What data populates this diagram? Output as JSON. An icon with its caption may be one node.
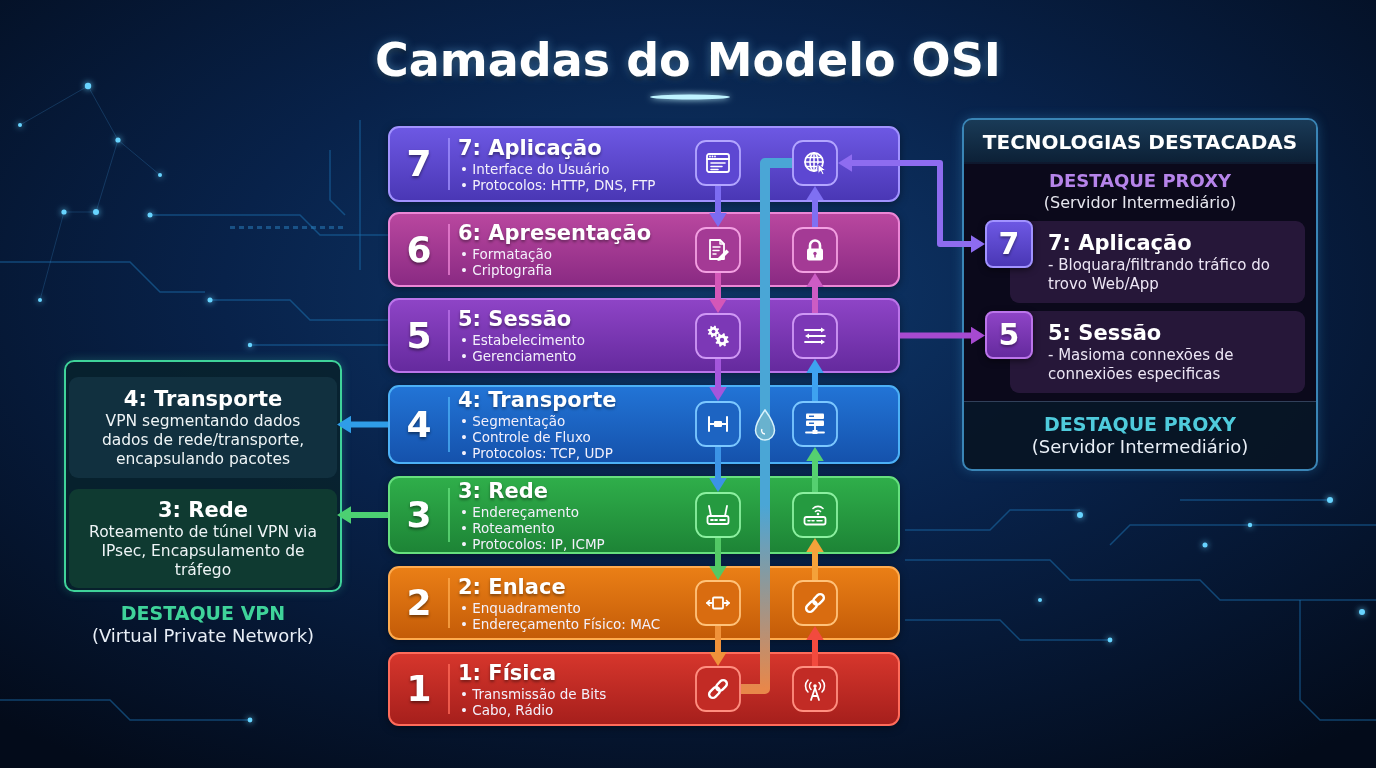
{
  "diagram": {
    "title": "Camadas do Modelo OSI",
    "nodes": [
      {
        "text": [
          "7",
          "7: Aplicação",
          "• Interface do Usuário",
          "• Protocolos: HTTP, DNS, FTP"
        ]
      },
      {
        "text": [],
        "shape": "picture",
        "in": 0
      },
      {
        "text": [],
        "shape": "picture",
        "in": 0
      },
      {
        "text": [
          "6",
          "6: Apresentação",
          "• Formatação",
          "• Criptografia"
        ]
      },
      {
        "text": [],
        "shape": "picture",
        "in": 3
      },
      {
        "text": [],
        "shape": "picture",
        "in": 3
      },
      {
        "text": [
          "5",
          "5: Sessão",
          "• Estabelecimento",
          "• Gerenciamento"
        ]
      },
      {
        "text": [],
        "shape": "picture",
        "in": 6
      },
      {
        "text": [],
        "shape": "picture",
        "in": 6
      },
      {
        "text": [
          "4",
          "4: Transporte",
          "• Segmentação",
          "• Controle de Fluxo",
          "• Protocolos: TCP, UDP"
        ]
      },
      {
        "text": [],
        "shape": "picture",
        "in": 9
      },
      {
        "text": [],
        "shape": "picture",
        "in": 9
      },
      {
        "text": [
          "3",
          "3: Rede",
          "• Endereçamento",
          "• Roteamento",
          "• Protocolos: IP, ICMP"
        ]
      },
      {
        "text": [],
        "shape": "picture",
        "in": 12
      },
      {
        "text": [],
        "shape": "picture",
        "in": 12
      },
      {
        "text": [
          "2",
          "2: Enlace",
          "• Enquadramento",
          "• Endereçamento Físico: MAC"
        ]
      },
      {
        "text": [],
        "shape": "picture",
        "in": 15
      },
      {
        "text": [],
        "shape": "picture",
        "in": 15
      },
      {
        "text": [
          "1",
          "1: Física",
          "• Transmissão de Bits",
          "• Cabo, Rádio"
        ]
      },
      {
        "text": [],
        "shape": "picture",
        "in": 18
      },
      {
        "text": [],
        "shape": "picture",
        "in": 18
      },
      {
        "text": [
          "TECNOLOGIAS DESTACADAS",
          "DESTAQUE PROXY",
          "(Servidor Intermediário)"
        ]
      },
      {
        "text": [
          "DESTAQUE PROXY",
          "(Servidor Intermediário)"
        ],
        "in": 21
      },
      {
        "text": [
          "7"
        ],
        "in": 22
      },
      {
        "text": [
          "7: Aplicação",
          "- Bloquara/filtrando tráfico do trovo Web/App"
        ],
        "in": 22
      },
      {
        "text": [
          "5"
        ],
        "in": 22
      },
      {
        "text": [
          "5: Sessão",
          "- Masioma connexões de connexiões especificas"
        ],
        "in": 22
      },
      {
        "text": [],
        "shape": "box",
        "beside": [
          "DESTAQUE VPN",
          "(Virtual Private Network)"
        ]
      },
      {
        "text": [
          "4: Transporte",
          "VPN segmentando dados dados de rede/transporte, encapsulando pacotes"
        ],
        "in": 27
      },
      {
        "text": [
          "3: Rede",
          "Roteamento de túnel VPN via IPsec, Encapsulamento de tráfego"
        ],
        "in": 27
      }
    ],
    "edges": [
      {
        "from": 1,
        "to": 4,
        "arrow": "to",
        "color": "#7c6cf2"
      },
      {
        "from": 4,
        "to": 7,
        "arrow": "to",
        "color": "#d457b8"
      },
      {
        "from": 7,
        "to": 10,
        "arrow": "to",
        "color": "#a456dc"
      },
      {
        "from": 10,
        "to": 13,
        "arrow": "to",
        "color": "#3b93e6"
      },
      {
        "from": 13,
        "to": 16,
        "arrow": "to",
        "color": "#52c865"
      },
      {
        "from": 16,
        "to": 19,
        "arrow": "to",
        "color": "#f0923a"
      },
      {
        "from": 20,
        "to": 17,
        "arrow": "to",
        "color": "#f24a3e"
      },
      {
        "from": 17,
        "to": 14,
        "arrow": "to",
        "color": "#f4a23a"
      },
      {
        "from": 14,
        "to": 11,
        "arrow": "to",
        "color": "#55d070"
      },
      {
        "from": 11,
        "to": 8,
        "arrow": "to",
        "color": "#3ea2f0"
      },
      {
        "from": 8,
        "to": 5,
        "arrow": "to",
        "color": "#cc5cc4"
      },
      {
        "from": 5,
        "to": 2,
        "arrow": "to",
        "color": "#7f70f2"
      },
      {
        "from": 19,
        "to": 2,
        "arrow": "none",
        "style": "thick",
        "color": "#4aa6d6"
      },
      {
        "from": 2,
        "to": 23,
        "arrow": "both",
        "color": "#8e6cf0"
      },
      {
        "from": 6,
        "to": 25,
        "arrow": "to",
        "color": "#a64ad0"
      },
      {
        "from": 9,
        "to": 28,
        "arrow": "to",
        "color": "#2f9de8"
      },
      {
        "from": 12,
        "to": 29,
        "arrow": "to",
        "color": "#4cd072"
      }
    ]
  }
}
